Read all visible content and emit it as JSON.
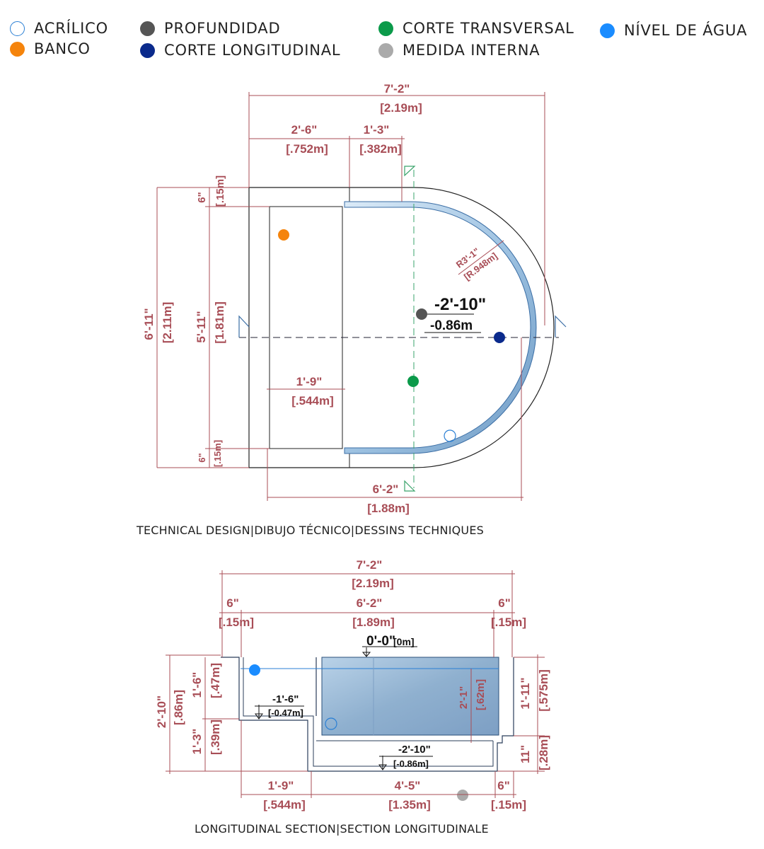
{
  "colors": {
    "acrilico": "#2a7fd4",
    "banco": "#f5840c",
    "profundidad": "#555555",
    "corte_longitudinal": "#0a2a8c",
    "corte_transversal": "#0b9a4a",
    "medida_interna": "#aaaaaa",
    "nivel_agua": "#1a8cff",
    "dimension": "#a84d56"
  },
  "legend": [
    {
      "label": "ACRÍLICO",
      "icon": "hollow-circle-icon"
    },
    {
      "label": "BANCO",
      "icon": "orange-dot-icon"
    },
    {
      "label": "PROFUNDIDAD",
      "icon": "dark-gray-dot-icon"
    },
    {
      "label": "CORTE LONGITUDINAL",
      "icon": "navy-dot-icon"
    },
    {
      "label": "CORTE TRANSVERSAL",
      "icon": "green-dot-icon"
    },
    {
      "label": "MEDIDA INTERNA",
      "icon": "light-gray-dot-icon"
    },
    {
      "label": "NÍVEL DE ÁGUA",
      "icon": "blue-dot-icon"
    }
  ],
  "plan": {
    "caption": "TECHNICAL DESIGN|DIBUJO TÉCNICO|DESSINS TECHNIQUES",
    "overall_width": {
      "ft": "7'-2\"",
      "m": "[2.19m]"
    },
    "bench_width": {
      "ft": "2'-6\"",
      "m": "[.752m]"
    },
    "step_width": {
      "ft": "1'-3\"",
      "m": "[.382m]"
    },
    "overall_depth": {
      "ft": "6'-11\"",
      "m": "[2.11m]"
    },
    "inner_depth": {
      "ft": "5'-11\"",
      "m": "[1.81m]"
    },
    "wall_top": {
      "ft": "6\"",
      "m": "[.15m]"
    },
    "wall_bottom": {
      "ft": "6\"",
      "m": "[.15m]"
    },
    "seat_width": {
      "ft": "1'-9\"",
      "m": "[.544m]"
    },
    "inner_length": {
      "ft": "6'-2\"",
      "m": "[1.88m]"
    },
    "radius": {
      "ft": "R3'-1\"",
      "m": "[R.948m]"
    },
    "depth_marker": {
      "ft": "-2'-10\"",
      "m": "-0.86m"
    }
  },
  "section": {
    "caption": "LONGITUDINAL SECTION|SECTION LONGITUDINALE",
    "overall_length": {
      "ft": "7'-2\"",
      "m": "[2.19m]"
    },
    "wall_left": {
      "ft": "6\"",
      "m": "[.15m]"
    },
    "inner_length": {
      "ft": "6'-2\"",
      "m": "[1.89m]"
    },
    "wall_right": {
      "ft": "6\"",
      "m": "[.15m]"
    },
    "water_level": {
      "ft": "0'-0\"",
      "m": "[0m]"
    },
    "overall_height": {
      "ft": "2'-10\"",
      "m": "[.86m]"
    },
    "bench_height": {
      "ft": "1'-6\"",
      "m": "[.47m]"
    },
    "bench_base": {
      "ft": "1'-3\"",
      "m": "[.39m]"
    },
    "bench_level": {
      "ft": "-1'-6\"",
      "m": "[-0.47m]"
    },
    "window_height": {
      "ft": "2'-1\"",
      "m": "[.62m]"
    },
    "right_upper": {
      "ft": "1'-11\"",
      "m": "[.575m]"
    },
    "right_lower": {
      "ft": "11\"",
      "m": "[.28m]"
    },
    "floor_level": {
      "ft": "-2'-10\"",
      "m": "[-0.86m]"
    },
    "bench_len": {
      "ft": "1'-9\"",
      "m": "[.544m]"
    },
    "floor_len": {
      "ft": "4'-5\"",
      "m": "[1.35m]"
    },
    "end_wall": {
      "ft": "6\"",
      "m": "[.15m]"
    }
  }
}
